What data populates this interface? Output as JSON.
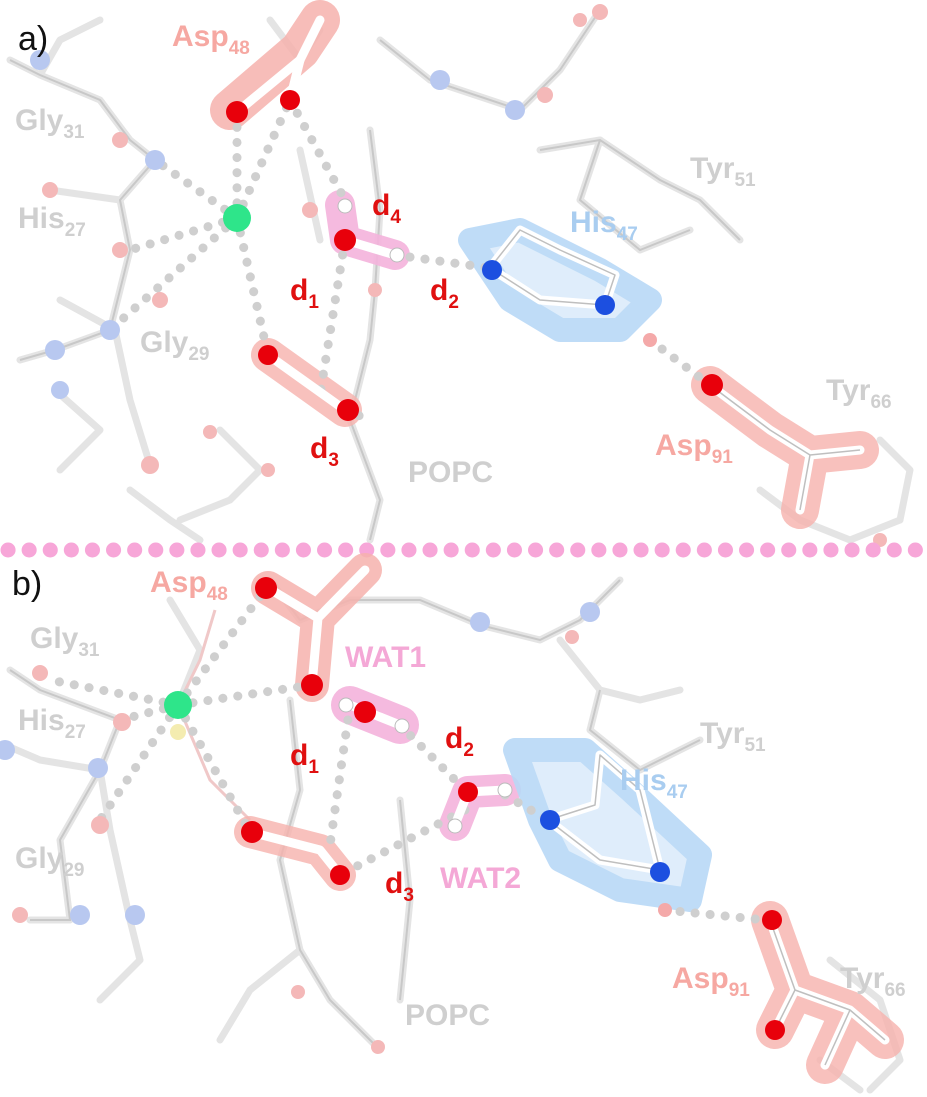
{
  "panels": {
    "a": {
      "tag": "a)",
      "residues": [
        {
          "base": "Asp",
          "sub": "48"
        },
        {
          "base": "Gly",
          "sub": "31"
        },
        {
          "base": "His",
          "sub": "27"
        },
        {
          "base": "Gly",
          "sub": "29"
        },
        {
          "base": "Tyr",
          "sub": "51"
        },
        {
          "base": "His",
          "sub": "47"
        },
        {
          "base": "Tyr",
          "sub": "66"
        },
        {
          "base": "Asp",
          "sub": "91"
        }
      ],
      "membrane": "POPC",
      "distances": [
        {
          "base": "d",
          "sub": "4"
        },
        {
          "base": "d",
          "sub": "1"
        },
        {
          "base": "d",
          "sub": "2"
        },
        {
          "base": "d",
          "sub": "3"
        }
      ]
    },
    "b": {
      "tag": "b)",
      "residues": [
        {
          "base": "Asp",
          "sub": "48"
        },
        {
          "base": "Gly",
          "sub": "31"
        },
        {
          "base": "His",
          "sub": "27"
        },
        {
          "base": "Gly",
          "sub": "29"
        },
        {
          "base": "Tyr",
          "sub": "51"
        },
        {
          "base": "His",
          "sub": "47"
        },
        {
          "base": "Asp",
          "sub": "91"
        },
        {
          "base": "Tyr",
          "sub": "66"
        }
      ],
      "waters": [
        "WAT1",
        "WAT2"
      ],
      "membrane": "POPC",
      "distances": [
        {
          "base": "d",
          "sub": "2"
        },
        {
          "base": "d",
          "sub": "1"
        },
        {
          "base": "d",
          "sub": "3"
        }
      ]
    }
  },
  "colors": {
    "zinc": "#2ee58a",
    "oxygen": "#e8000b",
    "nitrogen": "#1c4fe0",
    "asp_highlight": "#f6b2ad",
    "his_highlight": "#b9d9f7",
    "water_highlight": "#f4b3dc",
    "divider": "#f7a6d8"
  }
}
